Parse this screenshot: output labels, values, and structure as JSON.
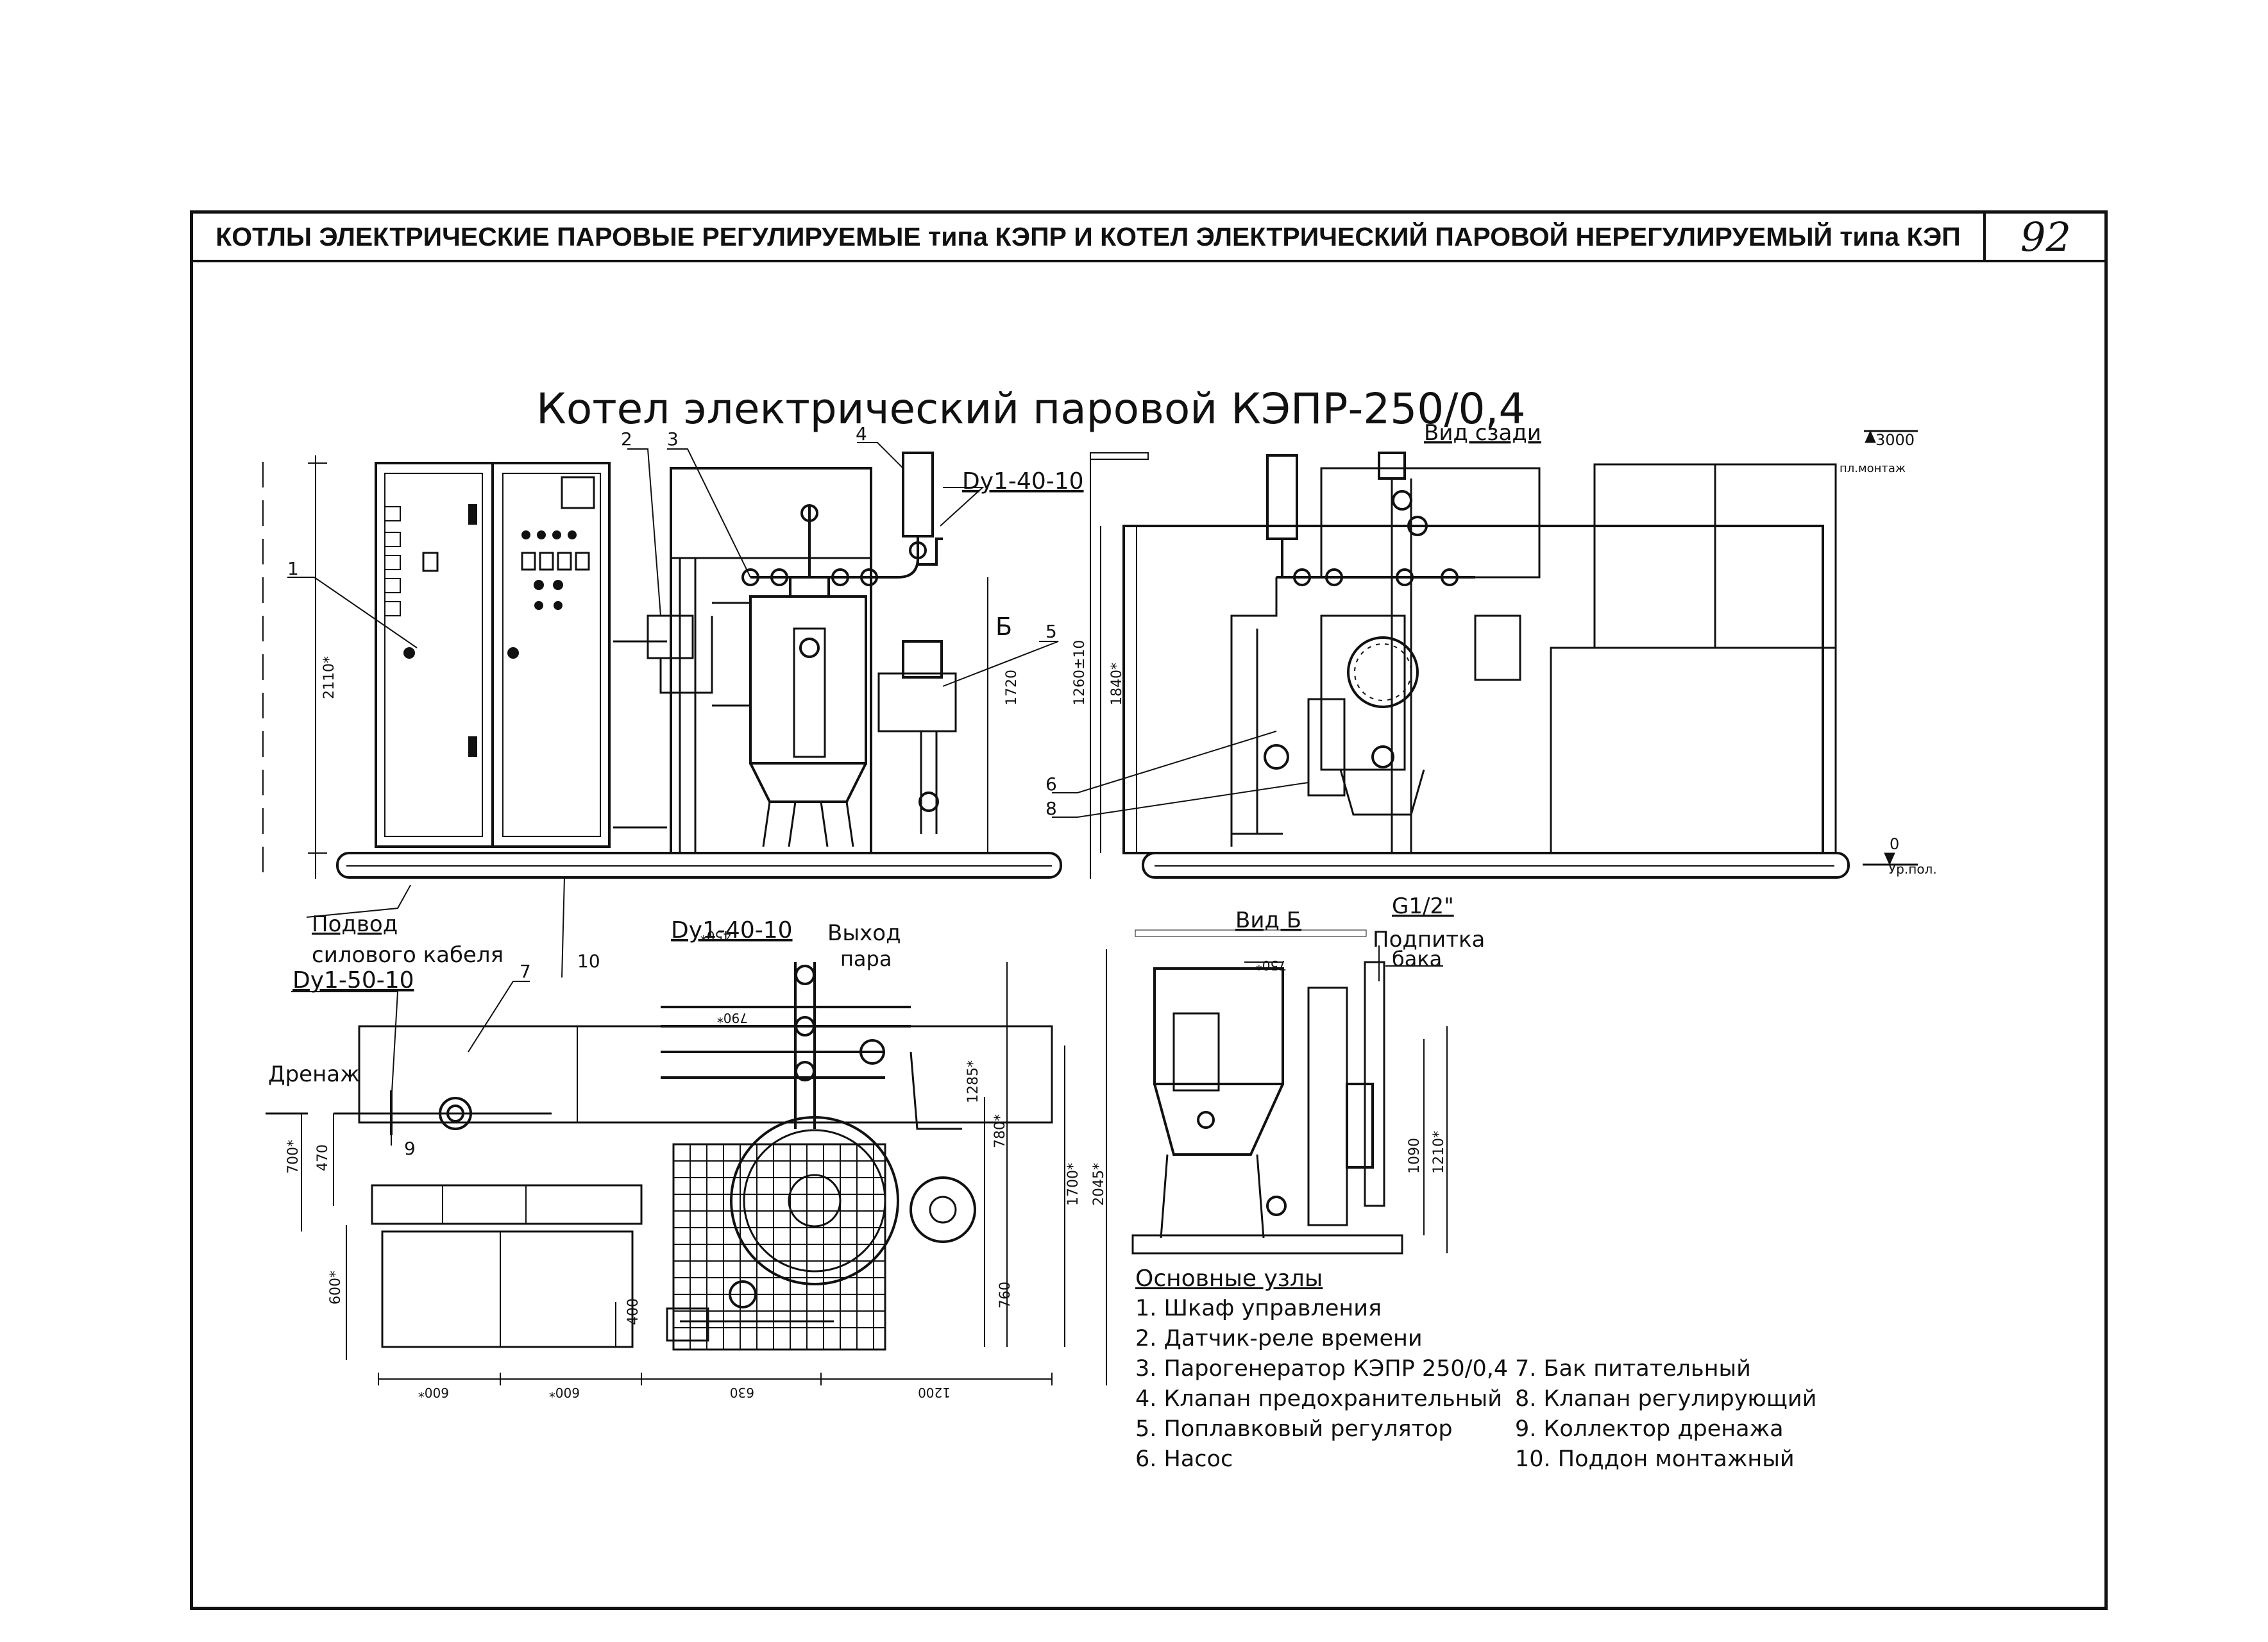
{
  "header": {
    "title": "КОТЛЫ ЭЛЕКТРИЧЕСКИЕ ПАРОВЫЕ РЕГУЛИРУЕМЫЕ типа КЭПР И КОТЕЛ ЭЛЕКТРИЧЕСКИЙ ПАРОВОЙ НЕРЕГУЛИРУЕМЫЙ типа КЭП",
    "page_number": "92"
  },
  "drawing": {
    "title": "Котел электрический паровой КЭПР-250/0,4",
    "view_rear": "Вид сзади",
    "view_b": "Вид Б",
    "section_b": "Б",
    "callouts": [
      "1",
      "2",
      "3",
      "4",
      "5",
      "6",
      "7",
      "8",
      "9",
      "10"
    ],
    "pipe_dy40_top": "Dy1-40-10",
    "pipe_dy40_plan": "Dy1-40-10",
    "pipe_dy50": "Dy1-50-10",
    "fitting_g12": "G1/2\"",
    "steam_outlet": [
      "Выход",
      "пара"
    ],
    "tank_makeup": [
      "Подпитка",
      "бака"
    ],
    "drain": "Дренаж",
    "cable_feed": [
      "Подвод",
      "силового кабеля"
    ],
    "level_top_value": "3000",
    "level_top_label": "пл.монтаж",
    "level_floor_value": "0",
    "level_floor_label": "Ур.пол.",
    "dims": {
      "h2110": "2110*",
      "h1260": "1260±10",
      "h1840": "1840*",
      "h1720": "1720",
      "d450": "450*",
      "d750": "750*",
      "d790": "790*",
      "h1285": "1285*",
      "h780": "780*",
      "h1700": "1700*",
      "h2045": "2045*",
      "h700": "700*",
      "h470": "470",
      "h600": "600*",
      "h400": "400",
      "h760": "760",
      "w600a": "600*",
      "w600b": "600*",
      "w630": "630",
      "w1200": "1200",
      "h1090": "1090",
      "h1210": "1210*"
    }
  },
  "legend": {
    "title": "Основные узлы",
    "col1": [
      "1. Шкаф управления",
      "2. Датчик-реле времени",
      "3. Парогенератор КЭПР 250/0,4",
      "4. Клапан предохранительный",
      "5. Поплавковый регулятор",
      "6. Насос"
    ],
    "col2": [
      "7. Бак питательный",
      "8. Клапан регулирующий",
      "9. Коллектор дренажа",
      "10. Поддон монтажный"
    ]
  }
}
